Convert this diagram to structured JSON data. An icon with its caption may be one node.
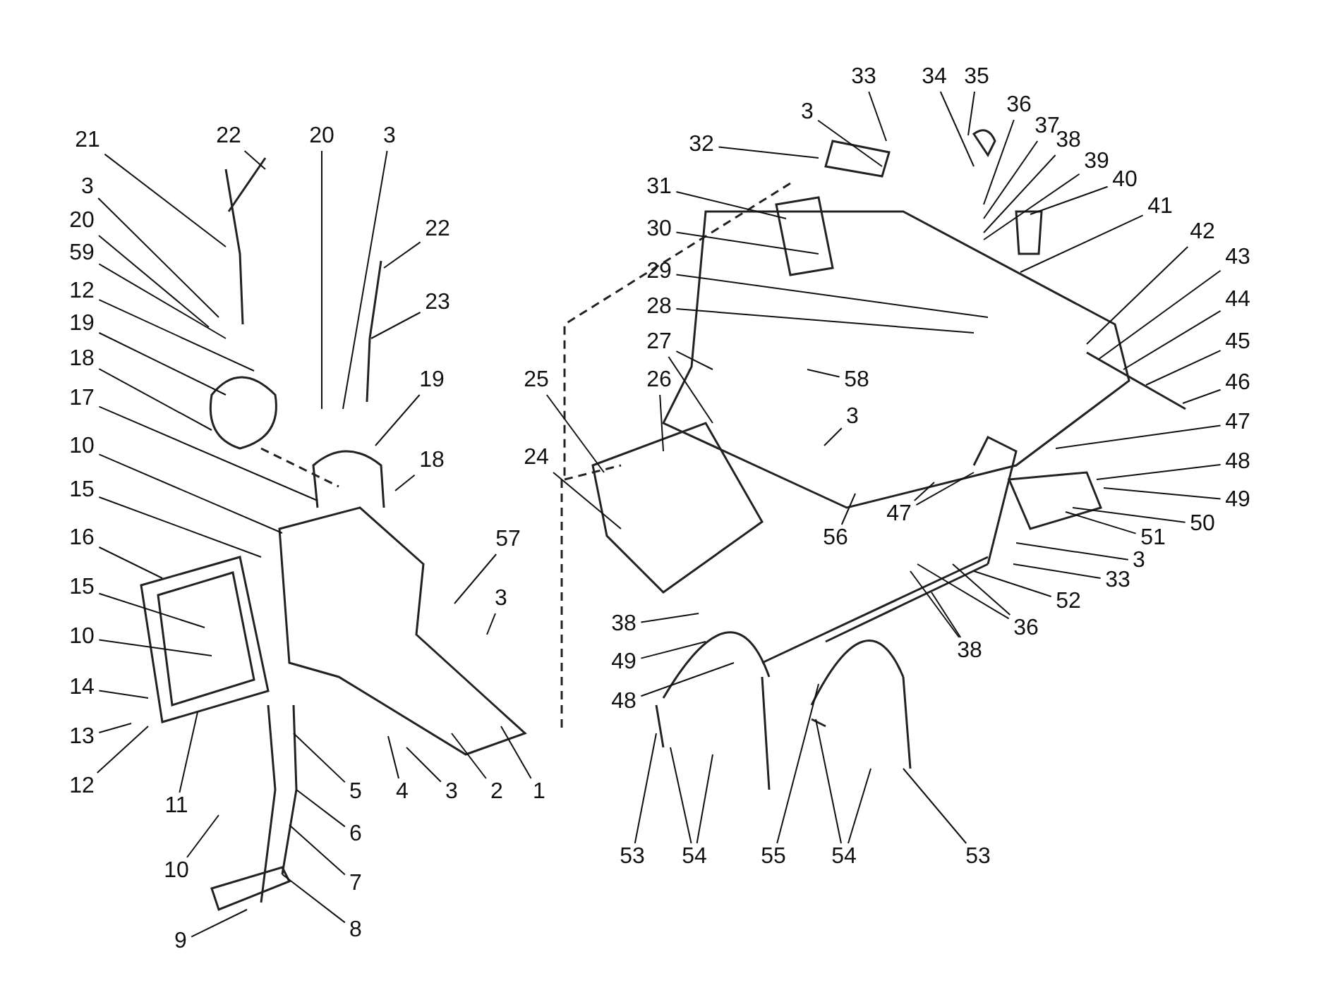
{
  "diagram": {
    "nodes": [
      {
        "text": [
          "21"
        ]
      },
      {
        "text": [
          "22"
        ]
      },
      {
        "text": [
          "20"
        ]
      },
      {
        "text": [
          "3"
        ]
      },
      {
        "text": [
          "3"
        ]
      },
      {
        "text": [
          "20"
        ]
      },
      {
        "text": [
          "59"
        ]
      },
      {
        "text": [
          "12"
        ]
      },
      {
        "text": [
          "19"
        ]
      },
      {
        "text": [
          "18"
        ]
      },
      {
        "text": [
          "17"
        ]
      },
      {
        "text": [
          "22"
        ]
      },
      {
        "text": [
          "23"
        ]
      },
      {
        "text": [
          "19"
        ]
      },
      {
        "text": [
          "18"
        ]
      },
      {
        "text": [
          "10"
        ]
      },
      {
        "text": [
          "15"
        ]
      },
      {
        "text": [
          "16"
        ]
      },
      {
        "text": [
          "15"
        ]
      },
      {
        "text": [
          "10"
        ]
      },
      {
        "text": [
          "14"
        ]
      },
      {
        "text": [
          "13"
        ]
      },
      {
        "text": [
          "12"
        ]
      },
      {
        "text": [
          "11"
        ]
      },
      {
        "text": [
          "57"
        ]
      },
      {
        "text": [
          "3"
        ]
      },
      {
        "text": [
          "5"
        ]
      },
      {
        "text": [
          "4"
        ]
      },
      {
        "text": [
          "3"
        ]
      },
      {
        "text": [
          "2"
        ]
      },
      {
        "text": [
          "1"
        ]
      },
      {
        "text": [
          "6"
        ]
      },
      {
        "text": [
          "10"
        ]
      },
      {
        "text": [
          "7"
        ]
      },
      {
        "text": [
          "8"
        ]
      },
      {
        "text": [
          "9"
        ]
      },
      {
        "text": [
          "33"
        ]
      },
      {
        "text": [
          "34"
        ]
      },
      {
        "text": [
          "35"
        ]
      },
      {
        "text": [
          "3"
        ]
      },
      {
        "text": [
          "36"
        ]
      },
      {
        "text": [
          "37"
        ]
      },
      {
        "text": [
          "32"
        ]
      },
      {
        "text": [
          "38"
        ]
      },
      {
        "text": [
          "39"
        ]
      },
      {
        "text": [
          "40"
        ]
      },
      {
        "text": [
          "31"
        ]
      },
      {
        "text": [
          "41"
        ]
      },
      {
        "text": [
          "30"
        ]
      },
      {
        "text": [
          "42"
        ]
      },
      {
        "text": [
          "43"
        ]
      },
      {
        "text": [
          "29"
        ]
      },
      {
        "text": [
          "44"
        ]
      },
      {
        "text": [
          "28"
        ]
      },
      {
        "text": [
          "45"
        ]
      },
      {
        "text": [
          "27"
        ]
      },
      {
        "text": [
          "46"
        ]
      },
      {
        "text": [
          "26"
        ]
      },
      {
        "text": [
          "58"
        ]
      },
      {
        "text": [
          "3"
        ]
      },
      {
        "text": [
          "25"
        ]
      },
      {
        "text": [
          "47"
        ]
      },
      {
        "text": [
          "48"
        ]
      },
      {
        "text": [
          "24"
        ]
      },
      {
        "text": [
          "49"
        ]
      },
      {
        "text": [
          "50"
        ]
      },
      {
        "text": [
          "56"
        ]
      },
      {
        "text": [
          "47"
        ]
      },
      {
        "text": [
          "51"
        ]
      },
      {
        "text": [
          "3"
        ]
      },
      {
        "text": [
          "33"
        ]
      },
      {
        "text": [
          "52"
        ]
      },
      {
        "text": [
          "36"
        ]
      },
      {
        "text": [
          "38"
        ]
      },
      {
        "text": [
          "38"
        ]
      },
      {
        "text": [
          "49"
        ]
      },
      {
        "text": [
          "48"
        ]
      },
      {
        "text": [
          "53"
        ]
      },
      {
        "text": [
          "54"
        ]
      },
      {
        "text": [
          "55"
        ]
      },
      {
        "text": [
          "54"
        ]
      },
      {
        "text": [
          "53"
        ]
      }
    ],
    "edges": [
      {
        "from": 0,
        "to": null,
        "arrow": "none"
      },
      {
        "from": 1,
        "to": null,
        "arrow": "none"
      },
      {
        "from": 2,
        "to": null,
        "arrow": "none"
      },
      {
        "from": 3,
        "to": null,
        "arrow": "none"
      },
      {
        "from": 4,
        "to": null,
        "arrow": "none"
      },
      {
        "from": 5,
        "to": null,
        "arrow": "none"
      },
      {
        "from": 6,
        "to": null,
        "arrow": "none"
      },
      {
        "from": 7,
        "to": null,
        "arrow": "none"
      },
      {
        "from": 8,
        "to": null,
        "arrow": "none"
      },
      {
        "from": 9,
        "to": null,
        "arrow": "none"
      },
      {
        "from": 10,
        "to": null,
        "arrow": "none"
      },
      {
        "from": 11,
        "to": null,
        "arrow": "none"
      },
      {
        "from": 12,
        "to": null,
        "arrow": "none"
      },
      {
        "from": 13,
        "to": null,
        "arrow": "none"
      },
      {
        "from": 14,
        "to": null,
        "arrow": "none"
      },
      {
        "from": 15,
        "to": null,
        "arrow": "none"
      },
      {
        "from": 16,
        "to": null,
        "arrow": "none"
      },
      {
        "from": 17,
        "to": null,
        "arrow": "none"
      },
      {
        "from": 18,
        "to": null,
        "arrow": "none"
      },
      {
        "from": 19,
        "to": null,
        "arrow": "none"
      },
      {
        "from": 20,
        "to": null,
        "arrow": "none"
      },
      {
        "from": 21,
        "to": null,
        "arrow": "none"
      },
      {
        "from": 22,
        "to": null,
        "arrow": "none"
      },
      {
        "from": 23,
        "to": null,
        "arrow": "none"
      },
      {
        "from": 24,
        "to": null,
        "arrow": "none"
      },
      {
        "from": 25,
        "to": null,
        "arrow": "none"
      },
      {
        "from": 26,
        "to": null,
        "arrow": "none"
      },
      {
        "from": 27,
        "to": null,
        "arrow": "none"
      },
      {
        "from": 28,
        "to": null,
        "arrow": "none"
      },
      {
        "from": 29,
        "to": null,
        "arrow": "none"
      },
      {
        "from": 30,
        "to": null,
        "arrow": "none"
      },
      {
        "from": 31,
        "to": null,
        "arrow": "none"
      },
      {
        "from": 32,
        "to": null,
        "arrow": "none"
      },
      {
        "from": 33,
        "to": null,
        "arrow": "none"
      },
      {
        "from": 34,
        "to": null,
        "arrow": "none"
      },
      {
        "from": 35,
        "to": null,
        "arrow": "none"
      },
      {
        "from": 36,
        "to": null,
        "arrow": "none"
      },
      {
        "from": 37,
        "to": null,
        "arrow": "none"
      },
      {
        "from": 38,
        "to": null,
        "arrow": "none"
      },
      {
        "from": 39,
        "to": null,
        "arrow": "none"
      },
      {
        "from": 40,
        "to": null,
        "arrow": "none"
      },
      {
        "from": 41,
        "to": null,
        "arrow": "none"
      },
      {
        "from": 42,
        "to": null,
        "arrow": "none"
      },
      {
        "from": 43,
        "to": null,
        "arrow": "none"
      },
      {
        "from": 44,
        "to": null,
        "arrow": "none"
      },
      {
        "from": 45,
        "to": null,
        "arrow": "none"
      },
      {
        "from": 46,
        "to": null,
        "arrow": "none"
      },
      {
        "from": 47,
        "to": null,
        "arrow": "none"
      },
      {
        "from": 48,
        "to": null,
        "arrow": "none"
      },
      {
        "from": 49,
        "to": null,
        "arrow": "none"
      },
      {
        "from": 50,
        "to": null,
        "arrow": "none"
      },
      {
        "from": 51,
        "to": null,
        "arrow": "none"
      },
      {
        "from": 52,
        "to": null,
        "arrow": "none"
      },
      {
        "from": 53,
        "to": null,
        "arrow": "none"
      },
      {
        "from": 54,
        "to": null,
        "arrow": "none"
      },
      {
        "from": 55,
        "to": null,
        "arrow": "none"
      },
      {
        "from": 55,
        "to": null,
        "arrow": "none"
      },
      {
        "from": 56,
        "to": null,
        "arrow": "none"
      },
      {
        "from": 57,
        "to": null,
        "arrow": "none"
      },
      {
        "from": 58,
        "to": null,
        "arrow": "none"
      },
      {
        "from": 59,
        "to": null,
        "arrow": "none"
      },
      {
        "from": 60,
        "to": null,
        "arrow": "none"
      },
      {
        "from": 61,
        "to": null,
        "arrow": "none"
      },
      {
        "from": 62,
        "to": null,
        "arrow": "none"
      },
      {
        "from": 63,
        "to": null,
        "arrow": "none"
      },
      {
        "from": 64,
        "to": null,
        "arrow": "none"
      },
      {
        "from": 65,
        "to": null,
        "arrow": "none"
      },
      {
        "from": 66,
        "to": null,
        "arrow": "none"
      },
      {
        "from": 67,
        "to": null,
        "arrow": "none"
      },
      {
        "from": 67,
        "to": null,
        "arrow": "none"
      },
      {
        "from": 68,
        "to": null,
        "arrow": "none"
      },
      {
        "from": 69,
        "to": null,
        "arrow": "none"
      },
      {
        "from": 70,
        "to": null,
        "arrow": "none"
      },
      {
        "from": 71,
        "to": null,
        "arrow": "none"
      },
      {
        "from": 72,
        "to": null,
        "arrow": "none"
      },
      {
        "from": 72,
        "to": null,
        "arrow": "none"
      },
      {
        "from": 73,
        "to": null,
        "arrow": "none"
      },
      {
        "from": 73,
        "to": null,
        "arrow": "none"
      },
      {
        "from": 74,
        "to": null,
        "arrow": "none"
      },
      {
        "from": 75,
        "to": null,
        "arrow": "none"
      },
      {
        "from": 76,
        "to": null,
        "arrow": "none"
      },
      {
        "from": 77,
        "to": null,
        "arrow": "none"
      },
      {
        "from": 78,
        "to": null,
        "arrow": "none"
      },
      {
        "from": 78,
        "to": null,
        "arrow": "none"
      },
      {
        "from": 79,
        "to": null,
        "arrow": "none"
      },
      {
        "from": 80,
        "to": null,
        "arrow": "none"
      },
      {
        "from": 80,
        "to": null,
        "arrow": "none"
      },
      {
        "from": 81,
        "to": null,
        "arrow": "none"
      }
    ]
  }
}
